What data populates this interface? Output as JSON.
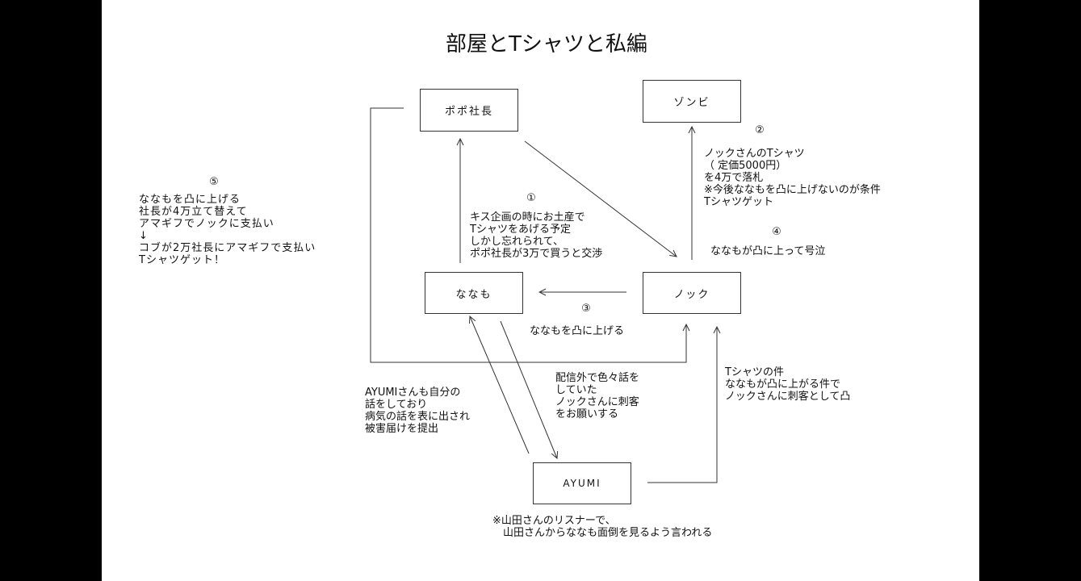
{
  "title": "部屋とTシャツと私編",
  "nodes": {
    "popo": "ポポ社長",
    "zombie": "ゾンビ",
    "nanamo": "ななも",
    "nock": "ノック",
    "ayumi": "AYUMI"
  },
  "notes": {
    "n1": {
      "num": "①",
      "text": "キス企画の時にお土産で\nTシャツをあげる予定\nしかし忘れられて、\nポポ社長が3万で買うと交渉"
    },
    "n2": {
      "num": "②",
      "text": "ノックさんのTシャツ\n（ 定価5000円）\nを4万で落札\n※今後ななもを凸に上げないのが条件\nTシャツゲット"
    },
    "n3": {
      "num": "③",
      "text": "ななもを凸に上げる"
    },
    "n4": {
      "num": "④",
      "text": "ななもが凸に上って号泣"
    },
    "n5": {
      "num": "⑤",
      "text": "ななもを凸に上げる\n社長が4万立て替えて\nアマギフでノックに支払い\n↓\nコブが2万社長にアマギフで支払い\nTシャツゲット！"
    },
    "ayumi_left": "AYUMIさんも自分の\n話をしており\n病気の話を表に出され\n被害届けを提出",
    "nanamo_to_ayumi": "配信外で色々話を\nしていた\nノックさんに刺客\nをお願いする",
    "ayumi_to_nock": "Tシャツの件\nななもが凸に上がる件で\nノックさんに刺客として凸",
    "ayumi_footnote": "※山田さんのリスナーで、\n　山田さんからななも面倒を見るよう言われる"
  }
}
